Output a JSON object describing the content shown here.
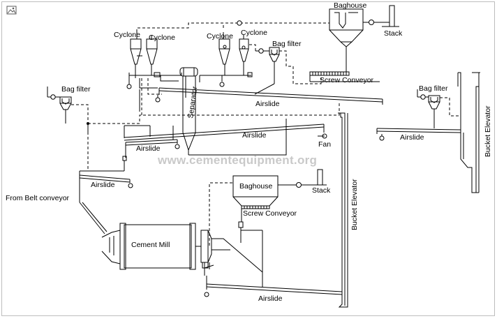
{
  "diagram": {
    "watermark": "www.cementequipment.org",
    "colors": {
      "line": "#000000",
      "border": "#bdbdbd",
      "watermark": "#c9c9c9",
      "icon": "#5a5a5a"
    },
    "icons": {
      "corner": "image-placeholder-icon"
    },
    "labels": {
      "baghouse_top": "Baghouse",
      "stack_top": "Stack",
      "cyclone_1": "Cyclone",
      "cyclone_2": "Cyclone",
      "cyclone_3": "Cyclone",
      "cyclone_4": "Cyclone",
      "bag_filter_top": "Bag filter",
      "screw_conveyor_top": "Screw Conveyor",
      "bag_filter_left": "Bag filter",
      "bag_filter_right": "Bag filter",
      "separator": "Separator",
      "airslide_1": "Airslide",
      "airslide_2": "Airslide",
      "airslide_3": "Airslide",
      "airslide_4": "Airslide",
      "airslide_5": "Airslide",
      "airslide_bottom": "Airslide",
      "fan": "Fan",
      "bucket_elevator_right": "Bucket Elevator",
      "bucket_elevator_center": "Bucket Elevator",
      "baghouse_mid": "Baghouse",
      "stack_mid": "Stack",
      "screw_conveyor_mid": "Screw Conveyor",
      "from_belt_conveyor": "From Belt conveyor",
      "cement_mill": "Cement Mill"
    }
  }
}
